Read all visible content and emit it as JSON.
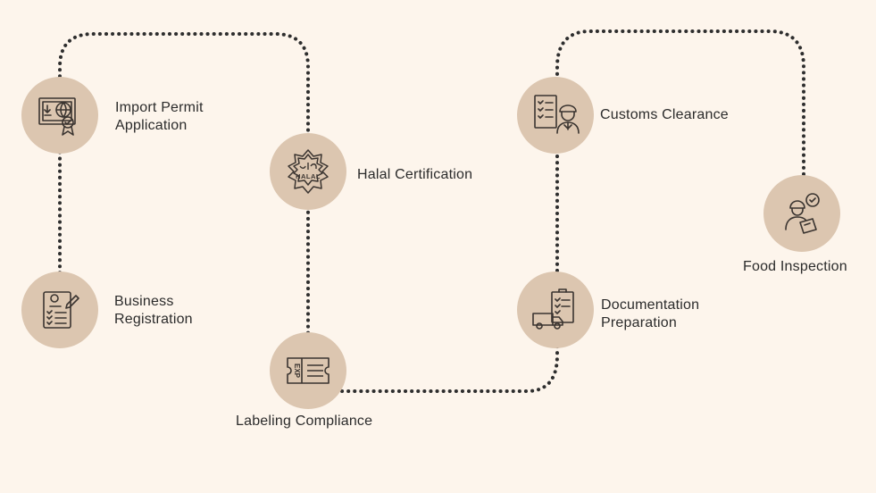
{
  "colors": {
    "background": "#fdf5ec",
    "node_fill": "#dcc6b0",
    "connector": "#2e2e2e",
    "icon_stroke": "#3a3430",
    "text": "#2b2b2b"
  },
  "steps": [
    {
      "id": "business-registration",
      "label_line1": "Business",
      "label_line2": "Registration",
      "icon": "clipboard-checklist-icon"
    },
    {
      "id": "import-permit-application",
      "label_line1": "Import Permit",
      "label_line2": "Application",
      "icon": "certificate-globe-icon"
    },
    {
      "id": "halal-certification",
      "label_line1": "Halal Certification",
      "label_line2": "",
      "icon": "halal-badge-icon",
      "badge_text": "HALAL"
    },
    {
      "id": "labeling-compliance",
      "label_line1": "Labeling Compliance",
      "label_line2": "",
      "icon": "expiry-label-icon",
      "badge_text": "EXP"
    },
    {
      "id": "documentation-preparation",
      "label_line1": "Documentation",
      "label_line2": "Preparation",
      "icon": "truck-clipboard-icon"
    },
    {
      "id": "customs-clearance",
      "label_line1": "Customs Clearance",
      "label_line2": "",
      "icon": "customs-officer-icon"
    },
    {
      "id": "food-inspection",
      "label_line1": "Food Inspection",
      "label_line2": "",
      "icon": "inspector-check-icon"
    }
  ]
}
